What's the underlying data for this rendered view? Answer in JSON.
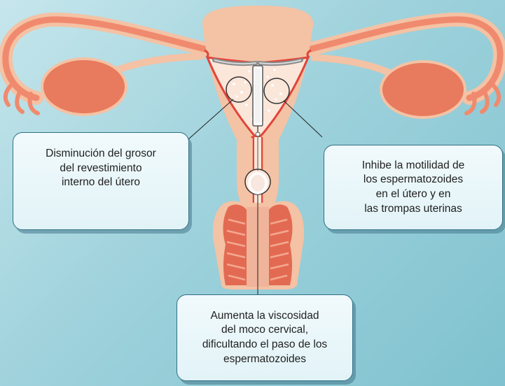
{
  "callouts": {
    "left": "Disminución del grosor\ndel revestimiento\ninterno del útero",
    "right": "Inhibe la motilidad de\nlos espermatozoides\nen el útero y en\nlas trompas uterinas",
    "bottom": "Aumenta la viscosidad\ndel moco cervical,\ndificultando el paso de los\nespermatozoides"
  },
  "colors": {
    "tissue": "#f4c2a4",
    "tube": "#f08a6e",
    "ovary": "#e87a5e",
    "canal": "#e0453a",
    "vagina": "#e36a52"
  },
  "icons": [
    "iud-device"
  ]
}
